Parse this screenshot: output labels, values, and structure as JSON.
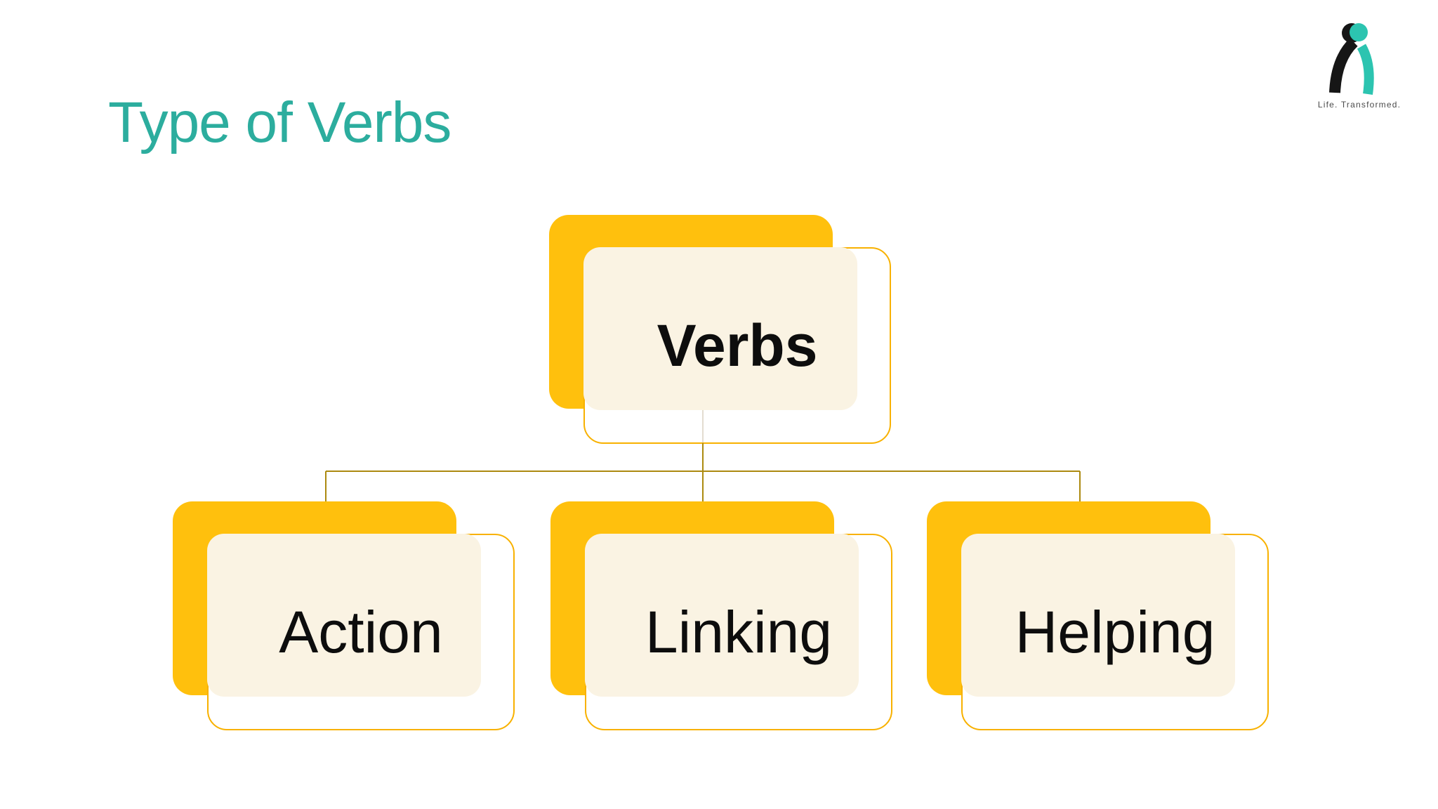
{
  "title": {
    "text": "Type of Verbs",
    "color": "#2cad9e"
  },
  "logo": {
    "caption": "Life. Transformed.",
    "figure_icon": "person-figure-icon",
    "teal": "#2cc4b0",
    "black": "#161616"
  },
  "diagram": {
    "type": "hierarchy",
    "root": {
      "label": "Verbs"
    },
    "children": [
      {
        "label": "Action"
      },
      {
        "label": "Linking"
      },
      {
        "label": "Helping"
      }
    ],
    "edges": [
      [
        "Verbs",
        "Action"
      ],
      [
        "Verbs",
        "Linking"
      ],
      [
        "Verbs",
        "Helping"
      ]
    ],
    "colors": {
      "accent_yellow": "#ffc00d",
      "panel_cream": "#faf3e3",
      "outline_yellow": "#f8b100",
      "connector_olive": "#ac8a10",
      "label_text": "#0d0d0d",
      "background": "#ffffff"
    }
  }
}
